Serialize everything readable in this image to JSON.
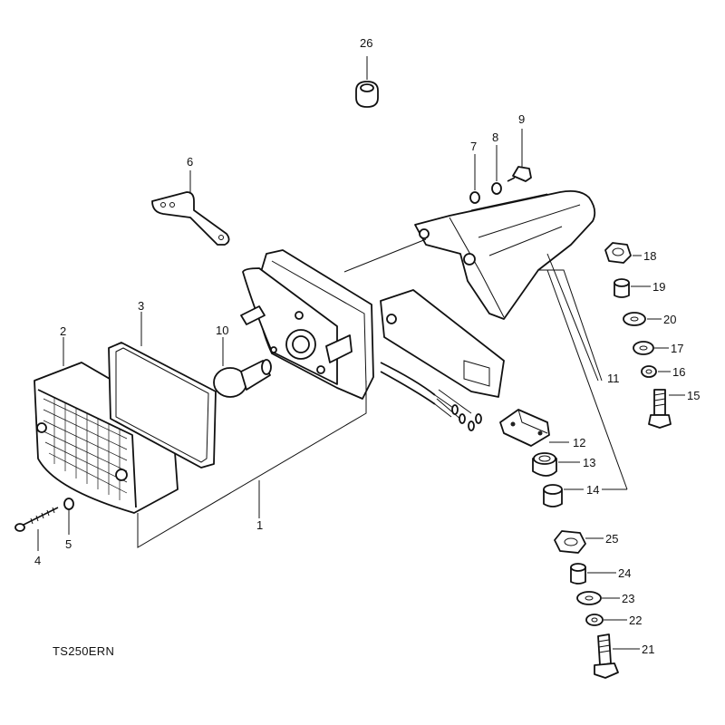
{
  "diagram_code": "TS250ERN",
  "callouts": [
    "1",
    "2",
    "3",
    "4",
    "5",
    "6",
    "7",
    "8",
    "9",
    "10",
    "11",
    "12",
    "13",
    "14",
    "15",
    "16",
    "17",
    "18",
    "19",
    "20",
    "21",
    "22",
    "23",
    "24",
    "25",
    "26"
  ],
  "colors": {
    "line": "#111111",
    "background": "#ffffff"
  }
}
